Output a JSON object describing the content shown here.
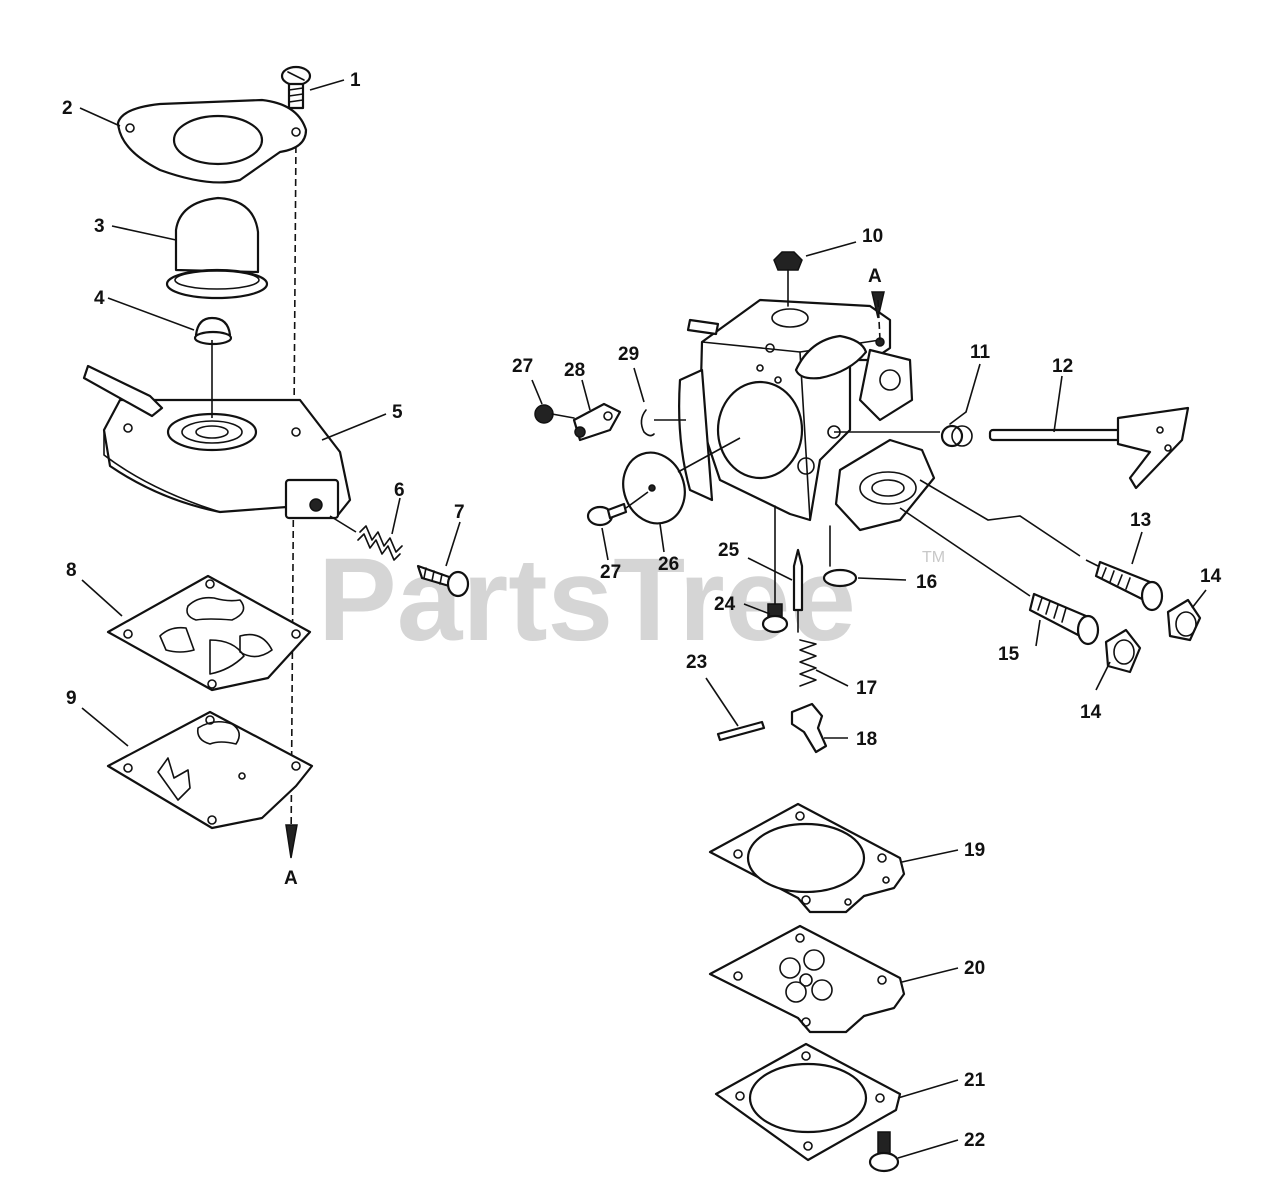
{
  "watermark": {
    "text": "PartsTree",
    "trademark": "TM"
  },
  "reference_marks": {
    "left_bottom": "A",
    "right_top": "A"
  },
  "callouts": [
    {
      "id": "c1",
      "label": "1"
    },
    {
      "id": "c2",
      "label": "2"
    },
    {
      "id": "c3",
      "label": "3"
    },
    {
      "id": "c4",
      "label": "4"
    },
    {
      "id": "c5",
      "label": "5"
    },
    {
      "id": "c6",
      "label": "6"
    },
    {
      "id": "c7",
      "label": "7"
    },
    {
      "id": "c8",
      "label": "8"
    },
    {
      "id": "c9",
      "label": "9"
    },
    {
      "id": "c10",
      "label": "10"
    },
    {
      "id": "c11",
      "label": "11"
    },
    {
      "id": "c12",
      "label": "12"
    },
    {
      "id": "c13",
      "label": "13"
    },
    {
      "id": "c14a",
      "label": "14"
    },
    {
      "id": "c14b",
      "label": "14"
    },
    {
      "id": "c15",
      "label": "15"
    },
    {
      "id": "c16",
      "label": "16"
    },
    {
      "id": "c17",
      "label": "17"
    },
    {
      "id": "c18",
      "label": "18"
    },
    {
      "id": "c19",
      "label": "19"
    },
    {
      "id": "c20",
      "label": "20"
    },
    {
      "id": "c21",
      "label": "21"
    },
    {
      "id": "c22",
      "label": "22"
    },
    {
      "id": "c23",
      "label": "23"
    },
    {
      "id": "c24",
      "label": "24"
    },
    {
      "id": "c25",
      "label": "25"
    },
    {
      "id": "c26",
      "label": "26"
    },
    {
      "id": "c27a",
      "label": "27"
    },
    {
      "id": "c27b",
      "label": "27"
    },
    {
      "id": "c28",
      "label": "28"
    },
    {
      "id": "c29",
      "label": "29"
    }
  ]
}
